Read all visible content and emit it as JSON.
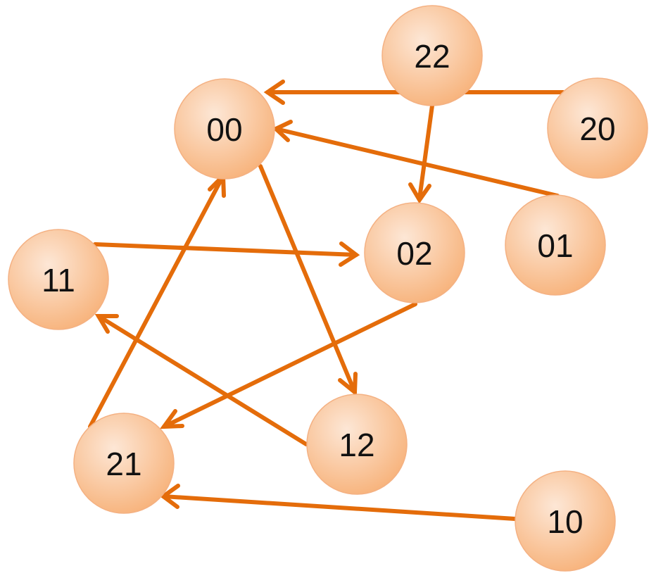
{
  "colors": {
    "edge": "#E46C0A",
    "node_fill_center": "#FDE7D6",
    "node_fill_edge": "#F7B27A",
    "node_stroke": "#F4B183",
    "text": "#111111"
  },
  "nodes": [
    {
      "id": "22",
      "label": "22"
    },
    {
      "id": "00",
      "label": "00"
    },
    {
      "id": "20",
      "label": "20"
    },
    {
      "id": "01",
      "label": "01"
    },
    {
      "id": "02",
      "label": "02"
    },
    {
      "id": "11",
      "label": "11"
    },
    {
      "id": "12",
      "label": "12"
    },
    {
      "id": "21",
      "label": "21"
    },
    {
      "id": "10",
      "label": "10"
    }
  ],
  "edges": [
    {
      "from": "20",
      "to": "00",
      "arrow": true
    },
    {
      "from": "22",
      "to": "02",
      "arrow": true
    },
    {
      "from": "01",
      "to": "00",
      "arrow": true
    },
    {
      "from": "11",
      "to": "02",
      "arrow": true
    },
    {
      "from": "00",
      "to": "12",
      "arrow": true
    },
    {
      "from": "02",
      "to": "21",
      "arrow": true
    },
    {
      "from": "12",
      "to": "11",
      "arrow": true
    },
    {
      "from": "21",
      "to": "00",
      "arrow": true
    },
    {
      "from": "10",
      "to": "21",
      "arrow": true
    }
  ]
}
